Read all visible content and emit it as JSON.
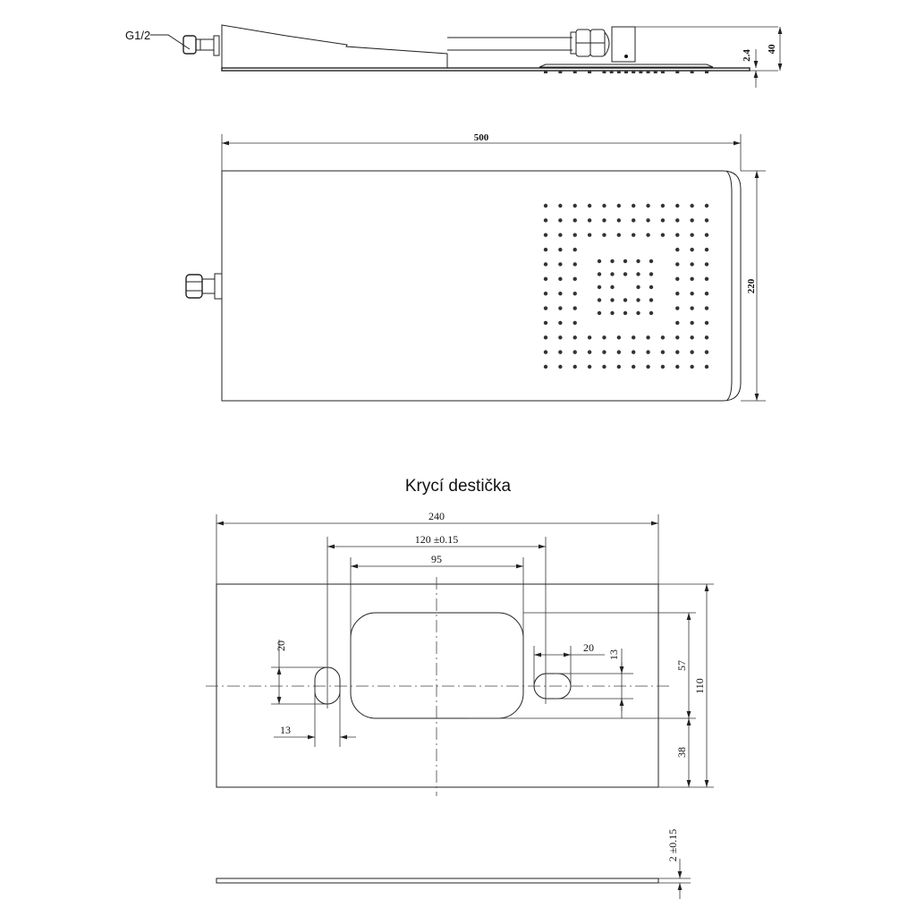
{
  "side_view": {
    "thread_label": "G1/2",
    "dim_plate_thickness": "2.4",
    "dim_height": "40"
  },
  "top_view": {
    "dim_length": "500",
    "dim_width": "220",
    "nozzle_grid": {
      "outer_rows": 12,
      "outer_cols": 12,
      "frame_thickness": 3,
      "inner_rows": 5,
      "inner_cols": 5,
      "inner_center_missing": true
    }
  },
  "cover_plate": {
    "title": "Krycí destička",
    "dim_width": "240",
    "dim_hole_spacing": "120 ±0.15",
    "dim_opening_width": "95",
    "dim_left_slot_height": "20",
    "dim_left_slot_width": "13",
    "dim_right_slot_width": "20",
    "dim_right_slot_height": "13",
    "dim_opening_height": "57",
    "dim_bottom_offset": "38",
    "dim_height": "110",
    "dim_thickness": "2 ±0.15"
  }
}
